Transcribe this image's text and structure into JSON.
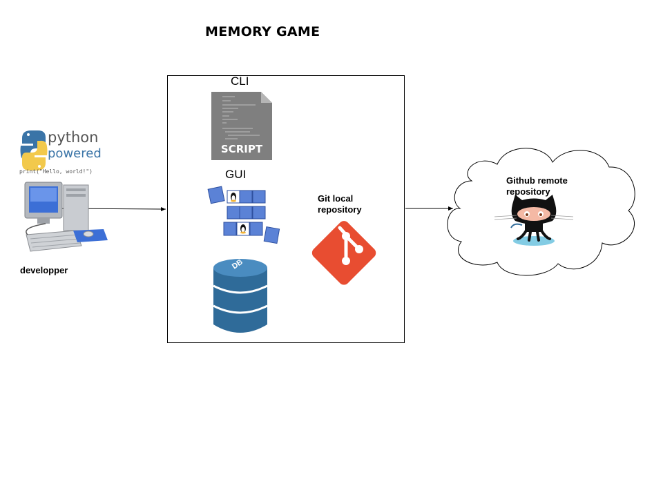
{
  "title": "MEMORY GAME",
  "labels": {
    "cli": "CLI",
    "gui": "GUI",
    "developer": "developper",
    "git_local_line1": "Git local",
    "git_local_line2": "repository",
    "github_line1": "Github remote",
    "github_line2": "repository"
  },
  "python_logo": {
    "word1": "python",
    "word2": "powered",
    "code": "print(\"Hello, world!\")"
  },
  "script_icon": {
    "label": "SCRIPT"
  },
  "db_icon": {
    "label": "DB"
  },
  "colors": {
    "git": "#e84d31",
    "db": "#2f6b99",
    "python_blue": "#3a74a7",
    "python_yellow": "#f2c94c",
    "card_blue": "#5b82d6"
  }
}
